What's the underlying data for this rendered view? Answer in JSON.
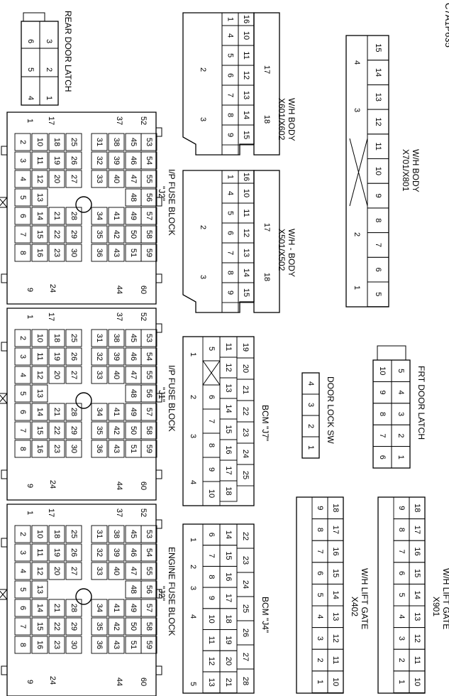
{
  "figure_id": "C7A1P635",
  "labels": {
    "rear_door_latch": "REAR DOOR LATCH",
    "frt_door_latch": "FRT DOOR LATCH",
    "door_lock_sw": "DOOR LOCK SW",
    "ip_fuse_block_j2": "I/P FUSE BLOCK",
    "ip_fuse_block_j2_sub": "\"J2\"",
    "ip_fuse_block_j1": "I/P FUSE BLOCK",
    "ip_fuse_block_j1_sub": "\"J1\"",
    "engine_fuse_block": "ENGINE FUSE BLOCK",
    "engine_fuse_block_sub": "\"J2\"",
    "bcm_j7": "BCM \"J7\"",
    "bcm_j4": "BCM \"J4\"",
    "x601": "X601/X602",
    "x601_sub": "W/H  BODY",
    "x501": "X501/X502",
    "x501_sub": "W/H - BODY",
    "x701": "X701/X801",
    "x701_sub": "W/H BODY",
    "x402": "X402",
    "x402_sub": "W/H LIFT GATE",
    "x901": "X901",
    "x901_sub": "W/H LIFT GATE"
  },
  "fuse_block_pins": {
    "row_a": [
      "1",
      "",
      "",
      "",
      "",
      "",
      "",
      "",
      ""
    ],
    "row_b": [
      "2",
      "3",
      "4",
      "5",
      "6",
      "7",
      "8"
    ],
    "row_c": [
      "10",
      "11",
      "12",
      "13",
      "14",
      "15",
      "16"
    ],
    "row_d": [
      "18",
      "19",
      "20",
      "21",
      "22",
      "23"
    ],
    "row_e": [
      "25",
      "26",
      "27",
      "28",
      "29",
      "30"
    ],
    "row_f": [
      "31",
      "32",
      "33",
      "34",
      "35",
      "36"
    ],
    "row_g": [
      "38",
      "39",
      "40",
      "41",
      "42",
      "43"
    ],
    "row_h": [
      "45",
      "46",
      "47",
      "48",
      "49",
      "50",
      "51"
    ],
    "row_i": [
      "53",
      "54",
      "55",
      "56",
      "57",
      "58",
      "59"
    ],
    "extra": [
      "9",
      "17",
      "24",
      "37",
      "44",
      "52",
      "60"
    ]
  },
  "door_latch_pins": [
    "1",
    "2",
    "3",
    "4",
    "5",
    "6"
  ],
  "frt_door_latch_pins": [
    "1",
    "2",
    "3",
    "4",
    "5",
    "6",
    "7",
    "8",
    "9",
    "10"
  ],
  "door_lock_pins": [
    "1",
    "2",
    "3",
    "4"
  ],
  "lift_gate_pins": [
    "1",
    "2",
    "3",
    "4",
    "5",
    "6",
    "7",
    "8",
    "9",
    "10",
    "11",
    "12",
    "13",
    "14",
    "15",
    "16",
    "17",
    "18"
  ],
  "x601_pins": [
    "1",
    "2",
    "3",
    "4",
    "5",
    "6",
    "7",
    "8",
    "9",
    "10",
    "11",
    "12",
    "13",
    "14",
    "15",
    "16",
    "17",
    "18"
  ],
  "x701_pins": [
    "1",
    "2",
    "3",
    "4",
    "5",
    "6",
    "7",
    "8",
    "9",
    "10",
    "11",
    "12",
    "13",
    "14",
    "15"
  ],
  "bcm_j7_pins": [
    "1",
    "2",
    "3",
    "4",
    "5",
    "6",
    "7",
    "8",
    "9",
    "10",
    "11",
    "12",
    "13",
    "14",
    "15",
    "16",
    "17",
    "18",
    "19",
    "20",
    "21",
    "22",
    "23",
    "24",
    "25"
  ],
  "bcm_j4_pins": [
    "1",
    "2",
    "3",
    "4",
    "5",
    "6",
    "7",
    "8",
    "9",
    "10",
    "11",
    "12",
    "13",
    "14",
    "15",
    "16",
    "17",
    "18",
    "19",
    "20",
    "21",
    "22",
    "23",
    "24",
    "25",
    "26",
    "27",
    "28"
  ]
}
